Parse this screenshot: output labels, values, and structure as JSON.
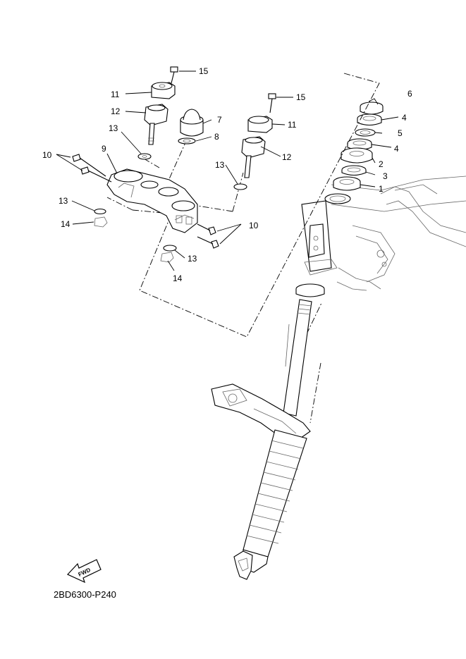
{
  "diagram": {
    "part_code": "2BD6300-P240",
    "fwd_label": "FWD",
    "callouts": {
      "c1": "1",
      "c2": "2",
      "c3": "3",
      "c4a": "4",
      "c4b": "4",
      "c5": "5",
      "c6": "6",
      "c7": "7",
      "c8": "8",
      "c9": "9",
      "c10a": "10",
      "c10b": "10",
      "c11a": "11",
      "c11b": "11",
      "c12a": "12",
      "c12b": "12",
      "c13a": "13",
      "c13b": "13",
      "c13c": "13",
      "c13d": "13",
      "c14a": "14",
      "c14b": "14",
      "c15a": "15",
      "c15b": "15"
    }
  }
}
